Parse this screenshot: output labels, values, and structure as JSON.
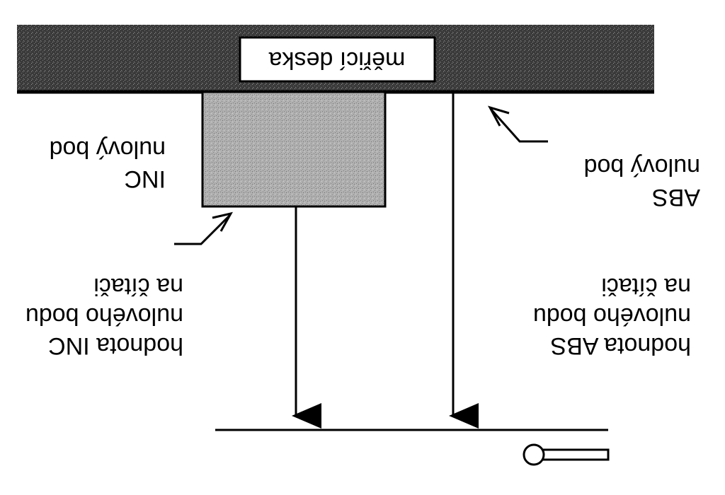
{
  "diagram": {
    "plate_label": "měřicí deska",
    "inc_zero_label": [
      "nulový bod",
      "INC"
    ],
    "abs_zero_label": [
      "nulový bod",
      "ABS"
    ],
    "inc_value_label": [
      "hodnota INC",
      "nulového bodu",
      "na čítači"
    ],
    "abs_value_label": [
      "hodnota ABS",
      "nulového bodu",
      "na čítači"
    ]
  },
  "colors": {
    "plate": "#3a3a3a",
    "block": "#a8a8a8",
    "line": "#000000",
    "plate_label_bg": "#ffffff"
  }
}
